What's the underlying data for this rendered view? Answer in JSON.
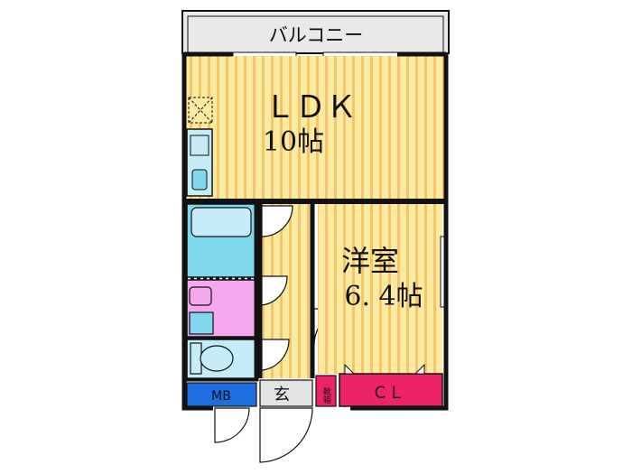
{
  "rooms": {
    "balcony": {
      "label": "バルコニー"
    },
    "ldk": {
      "label": "ＬＤＫ",
      "size": "10帖"
    },
    "western": {
      "label": "洋室",
      "size": "6. 4帖"
    },
    "closet": {
      "label": "ＣＬ"
    },
    "meter_box": {
      "label": "MB"
    },
    "entrance": {
      "label": "玄"
    },
    "shoe_box": {
      "label": "靴箱"
    }
  },
  "colors": {
    "floor_yellow": "#fbeaa0",
    "floor_stripe": "#f2c56a",
    "wet_area": "#7fd8ee",
    "toilet_area": "#c5ecf7",
    "washroom": "#f5a8ee",
    "closet": "#ee2266",
    "meter_box": "#1d6fe0",
    "balcony": "#e9e9e9",
    "wall": "#111111"
  },
  "icons": [
    "door-swing-icon",
    "bathtub-icon",
    "toilet-icon",
    "sink-icon",
    "washing-machine-icon",
    "stove-icon",
    "ventilation-icon"
  ]
}
